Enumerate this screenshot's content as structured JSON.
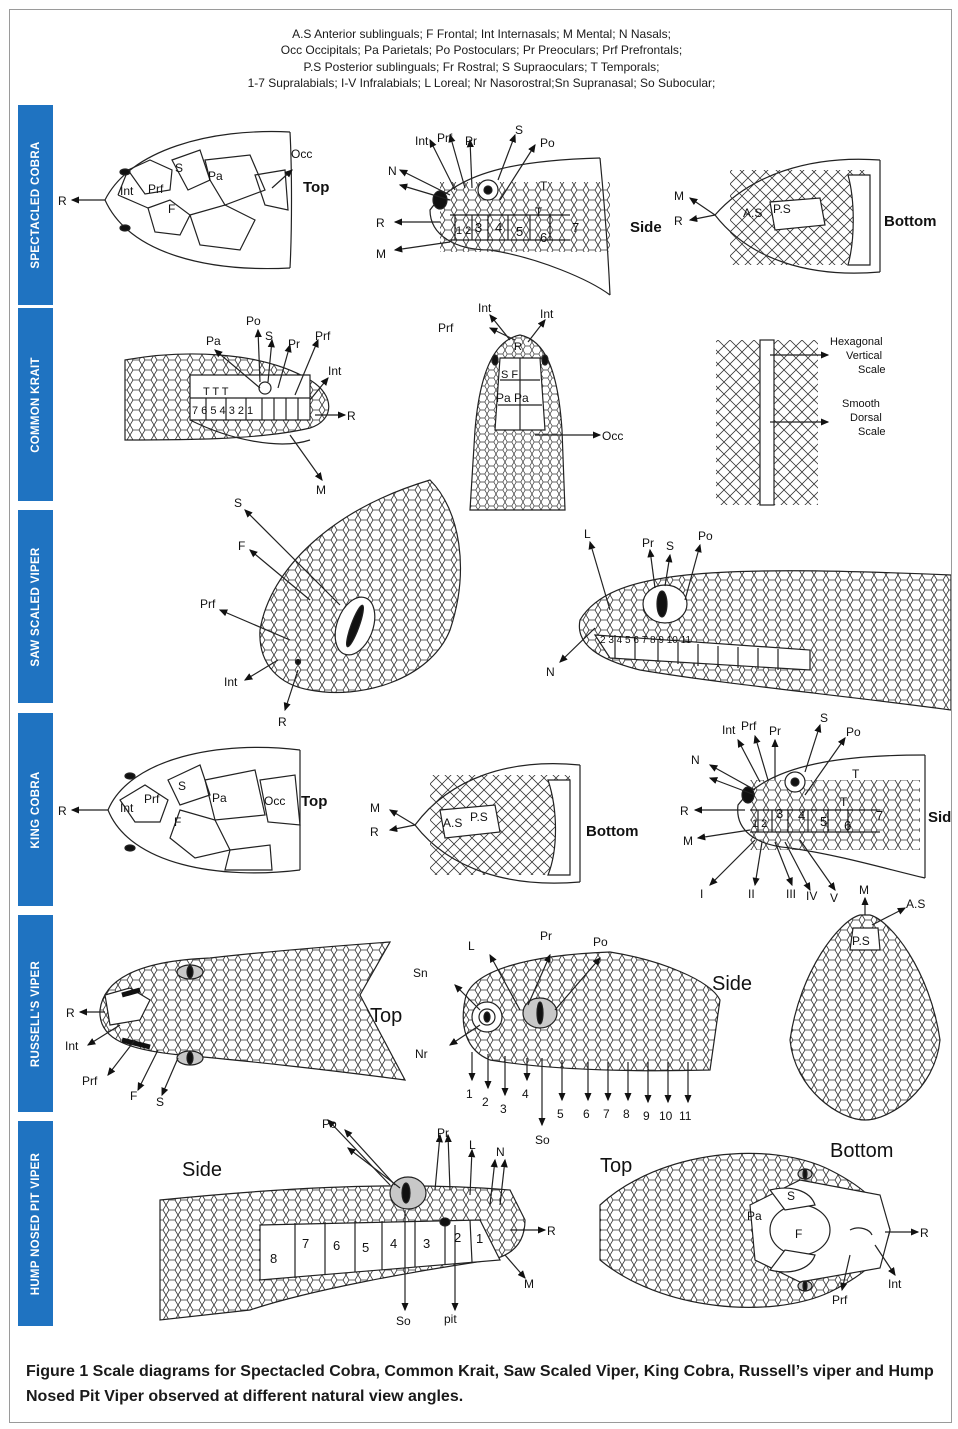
{
  "legend": {
    "line1": "A.S Anterior sublinguals; F Frontal; Int Internasals; M Mental; N Nasals;",
    "line2": "Occ Occipitals; Pa Parietals; Po Postoculars; Pr Preoculars; Prf Prefrontals;",
    "line3": "P.S Posterior sublinguals; Fr Rostral; S Supraoculars; T Temporals;",
    "line4": "1-7 Supralabials; I-V Infralabials; L Loreal; Nr Nasorostral;Sn Supranasal; So Subocular;"
  },
  "species": [
    {
      "id": "spectacled-cobra",
      "label": "SPECTACLED COBRA"
    },
    {
      "id": "common-krait",
      "label": "COMMON KRAIT"
    },
    {
      "id": "saw-scaled-viper",
      "label": "SAW SCALED VIPER"
    },
    {
      "id": "king-cobra",
      "label": "KING COBRA"
    },
    {
      "id": "russells-viper",
      "label": "RUSSELL'S VIPER"
    },
    {
      "id": "hump-nosed-pit-viper",
      "label": "HUMP NOSED PIT VIPER"
    }
  ],
  "views": {
    "top": "Top",
    "side": "Side",
    "bottom": "Bottom"
  },
  "krait_notes": {
    "hexagonal_1": "Hexagonal",
    "hexagonal_2": "Vertical",
    "hexagonal_3": "Scale",
    "smooth_1": "Smooth",
    "smooth_2": "Dorsal",
    "smooth_3": "Scale"
  },
  "caption": {
    "prefix": "Figure 1",
    "text": " Scale diagrams for Spectacled Cobra, Common Krait, Saw Scaled Viper, King Cobra, Russell’s viper and Hump Nosed Pit Viper observed at different natural view angles."
  },
  "colors": {
    "band": "#1f73c1",
    "line": "#222222",
    "eye_fill": "#c8c8c8"
  }
}
